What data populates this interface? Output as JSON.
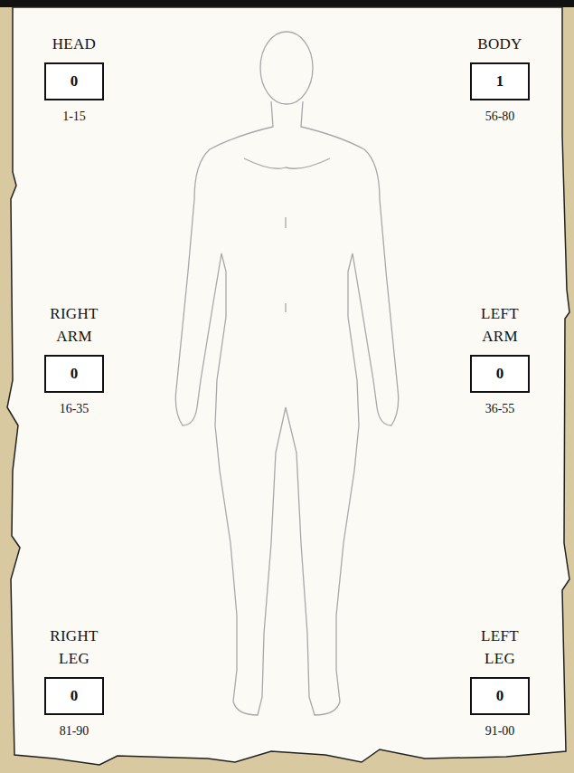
{
  "diagram": {
    "nodes": [
      {
        "text": [
          "HEAD",
          "0",
          "1-15"
        ]
      },
      {
        "text": [
          "BODY",
          "1",
          "56-80"
        ]
      },
      {
        "text": [
          "RIGHT ARM",
          "0",
          "16-35"
        ]
      },
      {
        "text": [
          "LEFT ARM",
          "0",
          "36-55"
        ]
      },
      {
        "text": [
          "RIGHT LEG",
          "0",
          "81-90"
        ]
      },
      {
        "text": [
          "LEFT LEG",
          "0",
          "91-00"
        ]
      }
    ]
  }
}
